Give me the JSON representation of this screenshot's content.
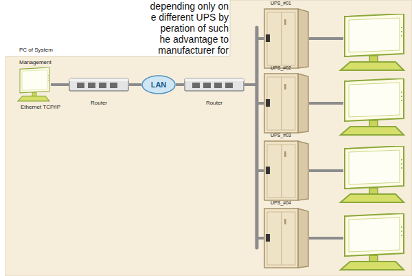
{
  "diagram": {
    "nodes": [
      {
        "text": [
          "PC of System Management"
        ]
      },
      {
        "text": [
          "Router"
        ]
      },
      {
        "text": [
          "LAN"
        ]
      },
      {
        "text": [
          "Router"
        ]
      },
      {
        "text": [
          "UPS_#01"
        ]
      },
      {
        "text": [
          "UPS_#02"
        ]
      },
      {
        "text": [
          "UPS_#03"
        ]
      },
      {
        "text": [
          "UPS_#04"
        ]
      }
    ],
    "edges": [
      {
        "from": 0,
        "to": 1,
        "arrow": "none"
      },
      {
        "from": 1,
        "to": 2,
        "arrow": "none"
      },
      {
        "from": 2,
        "to": 3,
        "arrow": "none"
      },
      {
        "from": 3,
        "to": 4,
        "arrow": "none"
      },
      {
        "from": 3,
        "to": 5,
        "arrow": "none"
      },
      {
        "from": 3,
        "to": 6,
        "arrow": "none"
      },
      {
        "from": 3,
        "to": 7,
        "arrow": "none"
      }
    ],
    "labels": [
      "depending only on",
      "e different UPS by",
      "peration of such",
      "he advantage to",
      "manufacturer for",
      "Ethernet TCP/IP"
    ]
  }
}
